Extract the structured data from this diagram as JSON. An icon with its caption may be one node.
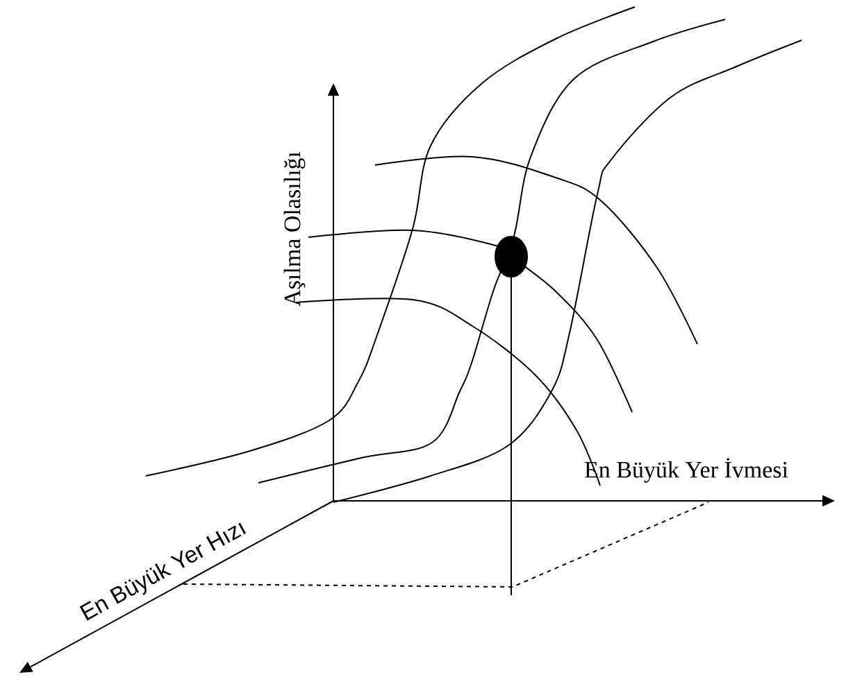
{
  "diagram": {
    "labels": [
      "Aşılma Olasılığı",
      "En Büyük Yer İvmesi",
      "En Büyük Yer Hızı"
    ]
  }
}
